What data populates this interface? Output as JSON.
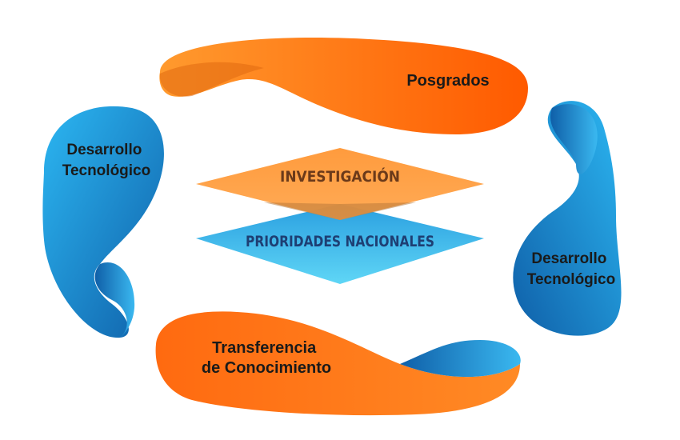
{
  "diagram": {
    "top_blob": {
      "label": "Posgrados"
    },
    "left_blob": {
      "line1": "Desarrollo",
      "line2": "Tecnológico"
    },
    "right_blob": {
      "line1": "Desarrollo",
      "line2": "Tecnológico"
    },
    "bottom_blob": {
      "line1": "Transferencia",
      "line2": "de Conocimiento"
    },
    "center_top": {
      "label": "INVESTIGACIÓN"
    },
    "center_bottom": {
      "label": "PRIORIDADES NACIONALES"
    }
  },
  "colors": {
    "orange_light": "#ff9a2e",
    "orange_dark": "#ff5a00",
    "blue_light": "#2cb7f2",
    "blue_dark": "#0f5fa8",
    "diamond_orange": "#ff9633",
    "diamond_blue_light": "#5fd6f6",
    "diamond_blue": "#2a9fe0",
    "diamond_text_orange": "#6b3a1a",
    "diamond_text_blue": "#1e3f73"
  }
}
